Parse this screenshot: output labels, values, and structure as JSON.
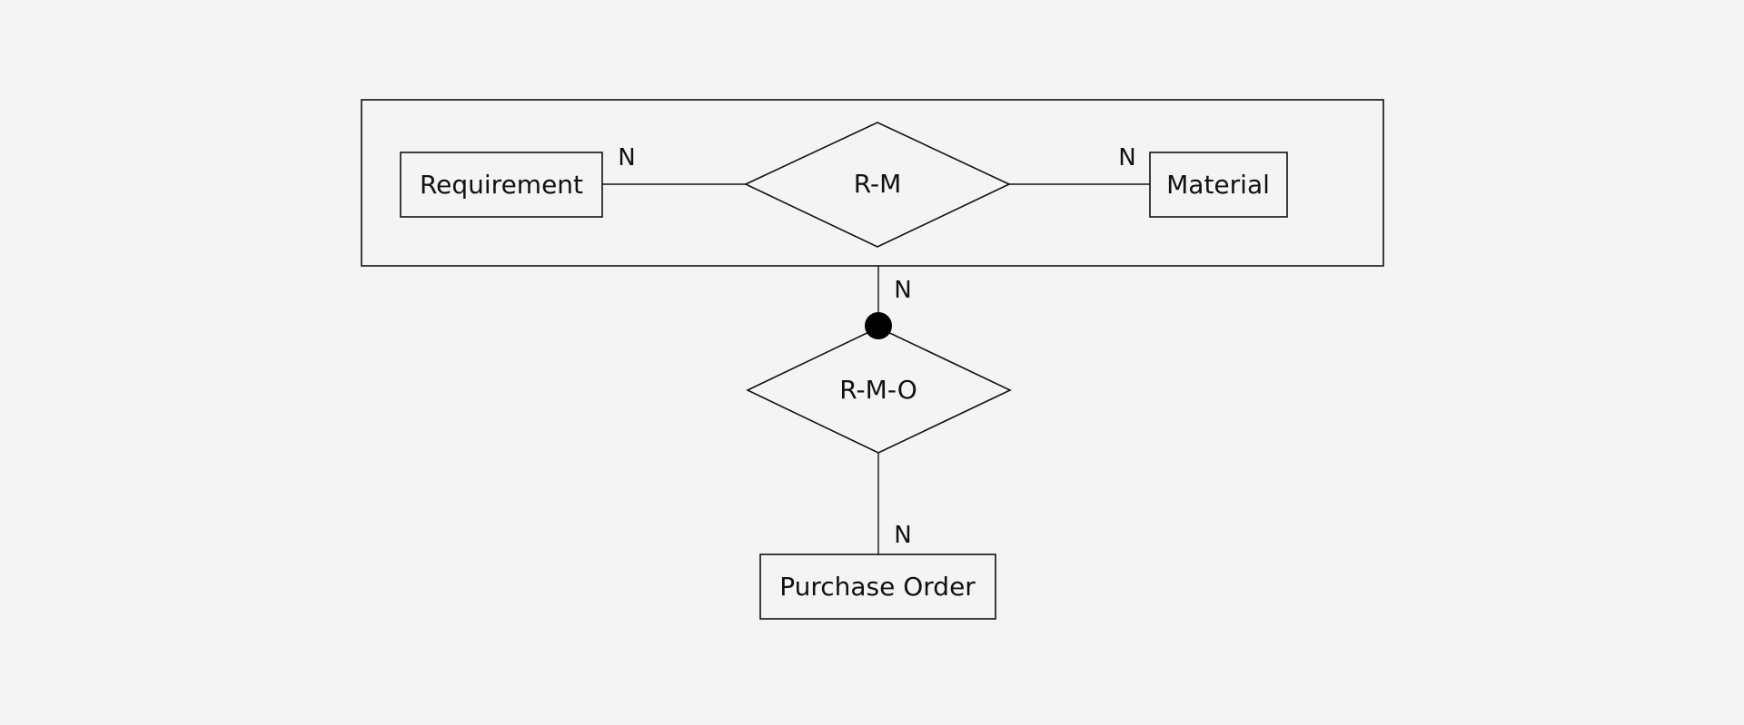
{
  "diagram": {
    "aggregation": {
      "entities": {
        "requirement": "Requirement",
        "material": "Material"
      },
      "relationship": "R-M",
      "cardinality_left": "N",
      "cardinality_right": "N"
    },
    "relationship_outer": {
      "label": "R-M-O",
      "cardinality_top": "N",
      "cardinality_bottom": "N"
    },
    "entity_bottom": "Purchase Order"
  }
}
